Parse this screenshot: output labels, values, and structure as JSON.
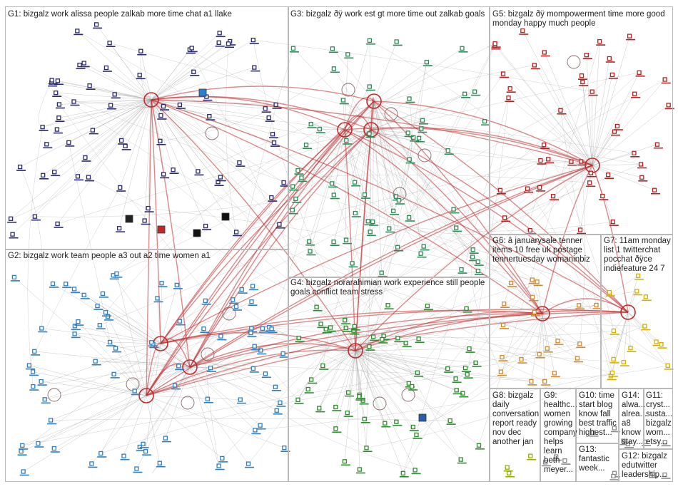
{
  "groups": [
    {
      "id": "G1",
      "label": "G1: bizgalz work alissa people zalkab more time chat a1 llake",
      "color": "#2a2a6e"
    },
    {
      "id": "G2",
      "label": "G2: bizgalz work team people a3 out a2 time women a1",
      "color": "#2f7fc0"
    },
    {
      "id": "G3",
      "label": "G3: bizgalz ðÿ work est gt more time out zalkab goals",
      "color": "#2e8b57"
    },
    {
      "id": "G4",
      "label": "G4: bizgalz norarahimian work experience still people goals conflict team stress",
      "color": "#2e8b2e"
    },
    {
      "id": "G5",
      "label": "G5: bizgalz ðÿ mompowerment time more good monday happy much people",
      "color": "#b22222"
    },
    {
      "id": "G6",
      "label": "G6: â januarysale tenner items 10 free uk postage tennertuesday womaninbiz",
      "color": "#d08a30"
    },
    {
      "id": "G7",
      "label": "G7: 11am monday list 1 twitterchat pocchat ðÿce indiefeature 24 7",
      "color": "#d6b000"
    },
    {
      "id": "G8",
      "label": "G8: bizgalz daily conversation report ready nov dec another jan",
      "color": "#8fb000"
    },
    {
      "id": "G9",
      "label": "G9: healthc... women growing company helps learn beth meyer...",
      "color": "#8a8a8a"
    },
    {
      "id": "G10",
      "label": "G10: time start blog know fall best traffic highest...",
      "color": "#8a8a8a"
    },
    {
      "id": "G11",
      "label": "G11: cryst... susta... bizgalz wom... etsy...",
      "color": "#8a8a8a"
    },
    {
      "id": "G12",
      "label": "G12: bizgalz edutwitter leadership...",
      "color": "#8a8a8a"
    },
    {
      "id": "G13",
      "label": "G13: fantastic week...",
      "color": "#8a8a8a"
    },
    {
      "id": "G14",
      "label": "G14: alwa... alrea... a8 know stay...",
      "color": "#8a8a8a"
    }
  ],
  "palette": {
    "edge": "#9a9a9a",
    "hub_edge": "#c0282a",
    "self_loop": "#c0282a"
  }
}
